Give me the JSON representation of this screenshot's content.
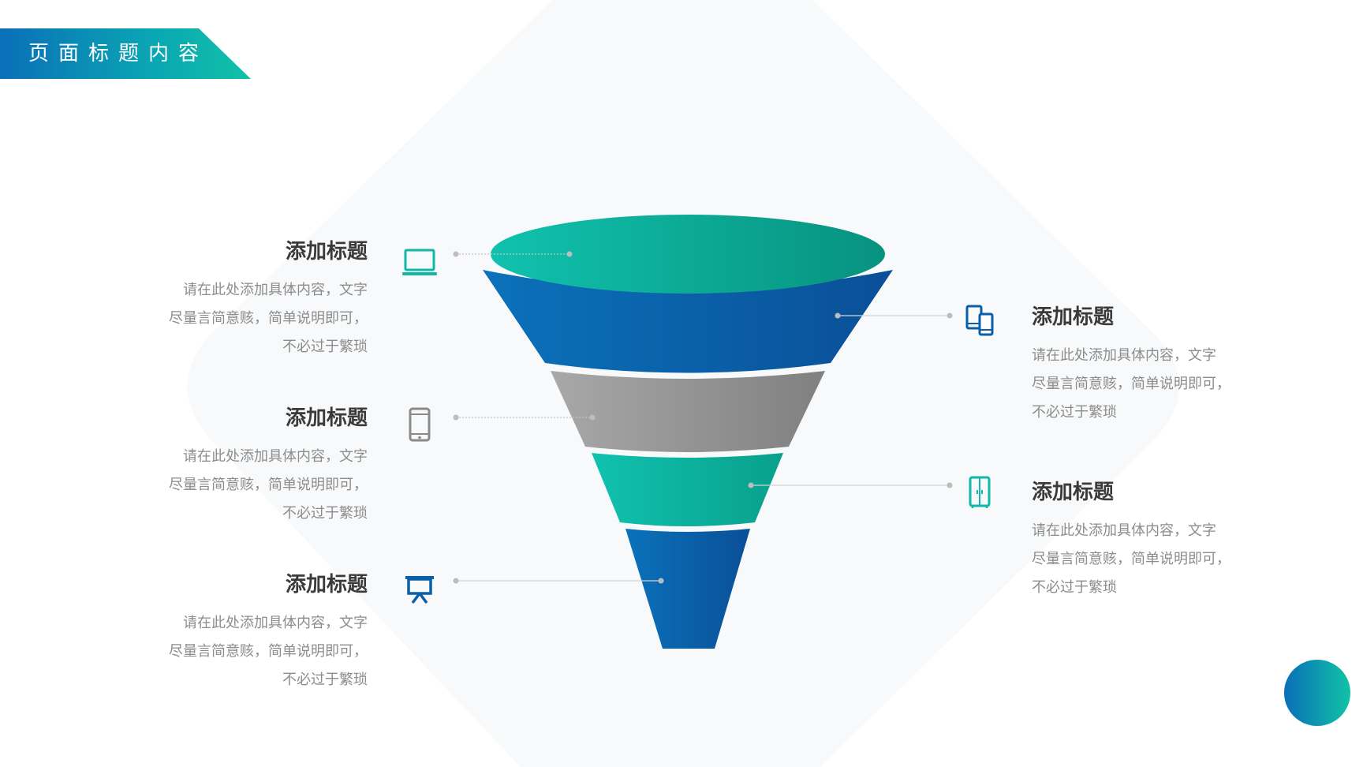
{
  "header": {
    "title": "页面标题内容"
  },
  "items": [
    {
      "id": "laptop",
      "side": "left",
      "title": "添加标题",
      "lines": [
        "请在此处添加具体内容，文字",
        "尽量言简意赅，简单说明即可，",
        "不必过于繁琐"
      ]
    },
    {
      "id": "tablet",
      "side": "left",
      "title": "添加标题",
      "lines": [
        "请在此处添加具体内容，文字",
        "尽量言简意赅，简单说明即可，",
        "不必过于繁琐"
      ]
    },
    {
      "id": "presentation",
      "side": "left",
      "title": "添加标题",
      "lines": [
        "请在此处添加具体内容，文字",
        "尽量言简意赅，简单说明即可，",
        "不必过于繁琐"
      ]
    },
    {
      "id": "devices",
      "side": "right",
      "title": "添加标题",
      "lines": [
        "请在此处添加具体内容，文字",
        "尽量言简意赅，简单说明即可，",
        "不必过于繁琐"
      ]
    },
    {
      "id": "cabinet",
      "side": "right",
      "title": "添加标题",
      "lines": [
        "请在此处添加具体内容，文字",
        "尽量言简意赅，简单说明即可，",
        "不必过于繁琐"
      ]
    }
  ],
  "icons": [
    "laptop-icon",
    "tablet-icon",
    "presentation-board-icon",
    "multi-device-icon",
    "cabinet-icon"
  ],
  "colors": {
    "blue": "#0a6fb8",
    "teal": "#10c2a6",
    "gray": "#9a9a9a",
    "title_text": "#3a3a3a",
    "body_text": "#8c8c8c",
    "background_shape": "#f8f9fa"
  }
}
